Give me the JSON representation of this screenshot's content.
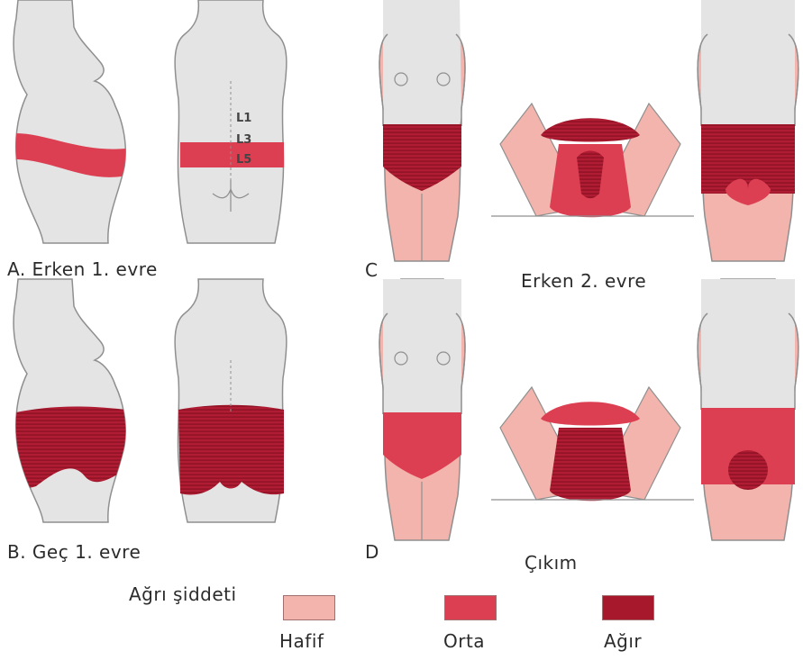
{
  "panels": {
    "a": "A. Erken 1. evre",
    "b": "B. Geç 1. evre",
    "c": "C",
    "c_caption": "Erken 2. evre",
    "d": "D",
    "d_caption": "Çıkım"
  },
  "spine_labels": [
    "L1",
    "L3",
    "L5"
  ],
  "legend": {
    "title": "Ağrı şiddeti",
    "items": [
      {
        "label": "Hafif",
        "color": "#f2b4ac"
      },
      {
        "label": "Orta",
        "color": "#dd3f52"
      },
      {
        "label": "Ağır",
        "color": "#a8182c"
      }
    ]
  },
  "colors": {
    "body": "#e4e4e4",
    "outline": "#8f8f8f",
    "mild": "#f2b4ac",
    "moderate": "#dd3f52",
    "severe": "#a8182c"
  }
}
